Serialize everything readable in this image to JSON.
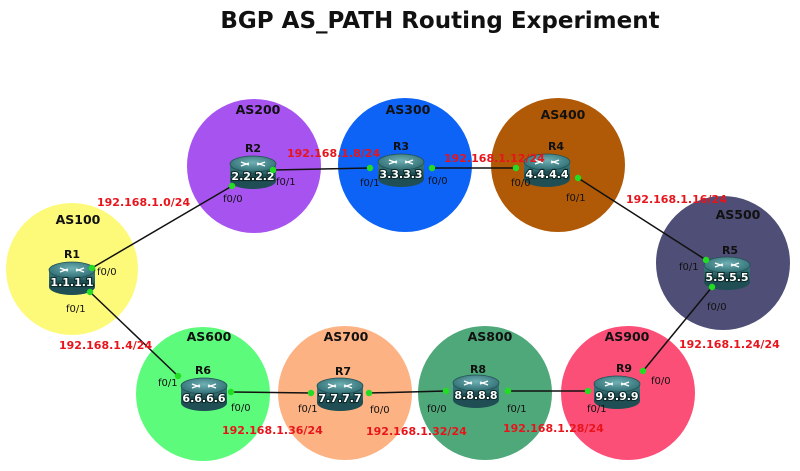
{
  "title": "BGP AS_PATH Routing Experiment",
  "colors": {
    "as100": "#fdfa7a",
    "as200": "#a653f0",
    "as300": "#0d63f6",
    "as400": "#b05a07",
    "as500": "#4f4e76",
    "as600": "#5dfb7c",
    "as700": "#fdb283",
    "as800": "#4ea87a",
    "as900": "#fb4f78",
    "link": "#111111",
    "port_dot": "#22dd22",
    "subnet_text": "#e8141b"
  },
  "autonomous_systems": [
    {
      "id": "as100",
      "label": "AS100"
    },
    {
      "id": "as200",
      "label": "AS200"
    },
    {
      "id": "as300",
      "label": "AS300"
    },
    {
      "id": "as400",
      "label": "AS400"
    },
    {
      "id": "as500",
      "label": "AS500"
    },
    {
      "id": "as600",
      "label": "AS600"
    },
    {
      "id": "as700",
      "label": "AS700"
    },
    {
      "id": "as800",
      "label": "AS800"
    },
    {
      "id": "as900",
      "label": "AS900"
    }
  ],
  "routers": [
    {
      "id": "r1",
      "name": "R1",
      "router_id": "1.1.1.1"
    },
    {
      "id": "r2",
      "name": "R2",
      "router_id": "2.2.2.2"
    },
    {
      "id": "r3",
      "name": "R3",
      "router_id": "3.3.3.3"
    },
    {
      "id": "r4",
      "name": "R4",
      "router_id": "4.4.4.4"
    },
    {
      "id": "r5",
      "name": "R5",
      "router_id": "5.5.5.5"
    },
    {
      "id": "r6",
      "name": "R6",
      "router_id": "6.6.6.6"
    },
    {
      "id": "r7",
      "name": "R7",
      "router_id": "7.7.7.7"
    },
    {
      "id": "r8",
      "name": "R8",
      "router_id": "8.8.8.8"
    },
    {
      "id": "r9",
      "name": "R9",
      "router_id": "9.9.9.9"
    }
  ],
  "links": [
    {
      "id": "r1-r2",
      "from": "R1",
      "from_port": "f0/0",
      "to": "R2",
      "to_port": "f0/0",
      "subnet": "192.168.1.0/24"
    },
    {
      "id": "r2-r3",
      "from": "R2",
      "from_port": "f0/1",
      "to": "R3",
      "to_port": "f0/1",
      "subnet": "192.168.1.8/24"
    },
    {
      "id": "r3-r4",
      "from": "R3",
      "from_port": "f0/0",
      "to": "R4",
      "to_port": "f0/0",
      "subnet": "192.168.1.12/24"
    },
    {
      "id": "r4-r5",
      "from": "R4",
      "from_port": "f0/1",
      "to": "R5",
      "to_port": "f0/1",
      "subnet": "192.168.1.16/24"
    },
    {
      "id": "r5-r9",
      "from": "R5",
      "from_port": "f0/0",
      "to": "R9",
      "to_port": "f0/0",
      "subnet": "192.168.1.24/24"
    },
    {
      "id": "r9-r8",
      "from": "R9",
      "from_port": "f0/1",
      "to": "R8",
      "to_port": "f0/1",
      "subnet": "192.168.1.28/24"
    },
    {
      "id": "r8-r7",
      "from": "R8",
      "from_port": "f0/0",
      "to": "R7",
      "to_port": "f0/0",
      "subnet": "192.168.1.32/24"
    },
    {
      "id": "r7-r6",
      "from": "R7",
      "from_port": "f0/1",
      "to": "R6",
      "to_port": "f0/0",
      "subnet": "192.168.1.36/24"
    },
    {
      "id": "r6-r1",
      "from": "R6",
      "from_port": "f0/1",
      "to": "R1",
      "to_port": "f0/1",
      "subnet": "192.168.1.4/24"
    }
  ]
}
